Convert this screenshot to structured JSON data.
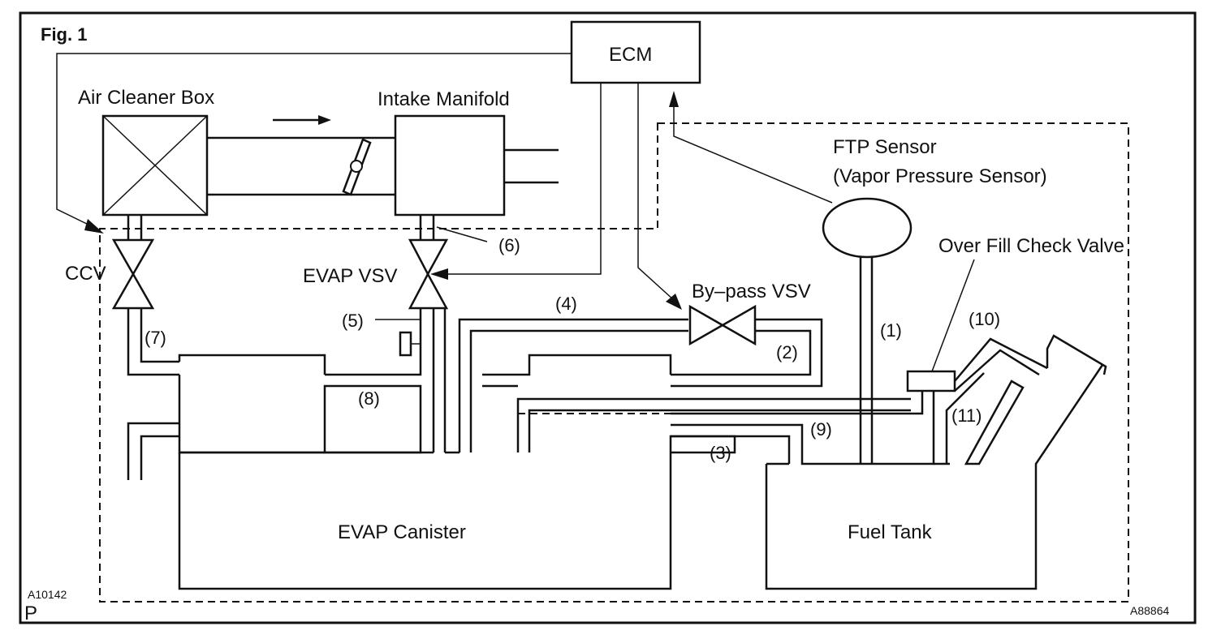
{
  "figure": {
    "title": "Fig. 1",
    "code_left": "A10142",
    "code_left_letter": "P",
    "code_right": "A88864"
  },
  "components": {
    "ecm": "ECM",
    "air_cleaner_box": "Air Cleaner Box",
    "intake_manifold": "Intake Manifold",
    "ftp_sensor_line1": "FTP Sensor",
    "ftp_sensor_line2": "(Vapor Pressure Sensor)",
    "over_fill_check_valve": "Over Fill Check Valve",
    "ccv": "CCV",
    "evap_vsv": "EVAP VSV",
    "bypass_vsv": "By–pass VSV",
    "evap_canister": "EVAP Canister",
    "fuel_tank": "Fuel Tank"
  },
  "hose_numbers": {
    "n1": "(1)",
    "n2": "(2)",
    "n3": "(3)",
    "n4": "(4)",
    "n5": "(5)",
    "n6": "(6)",
    "n7": "(7)",
    "n8": "(8)",
    "n9": "(9)",
    "n10": "(10)",
    "n11": "(11)"
  }
}
